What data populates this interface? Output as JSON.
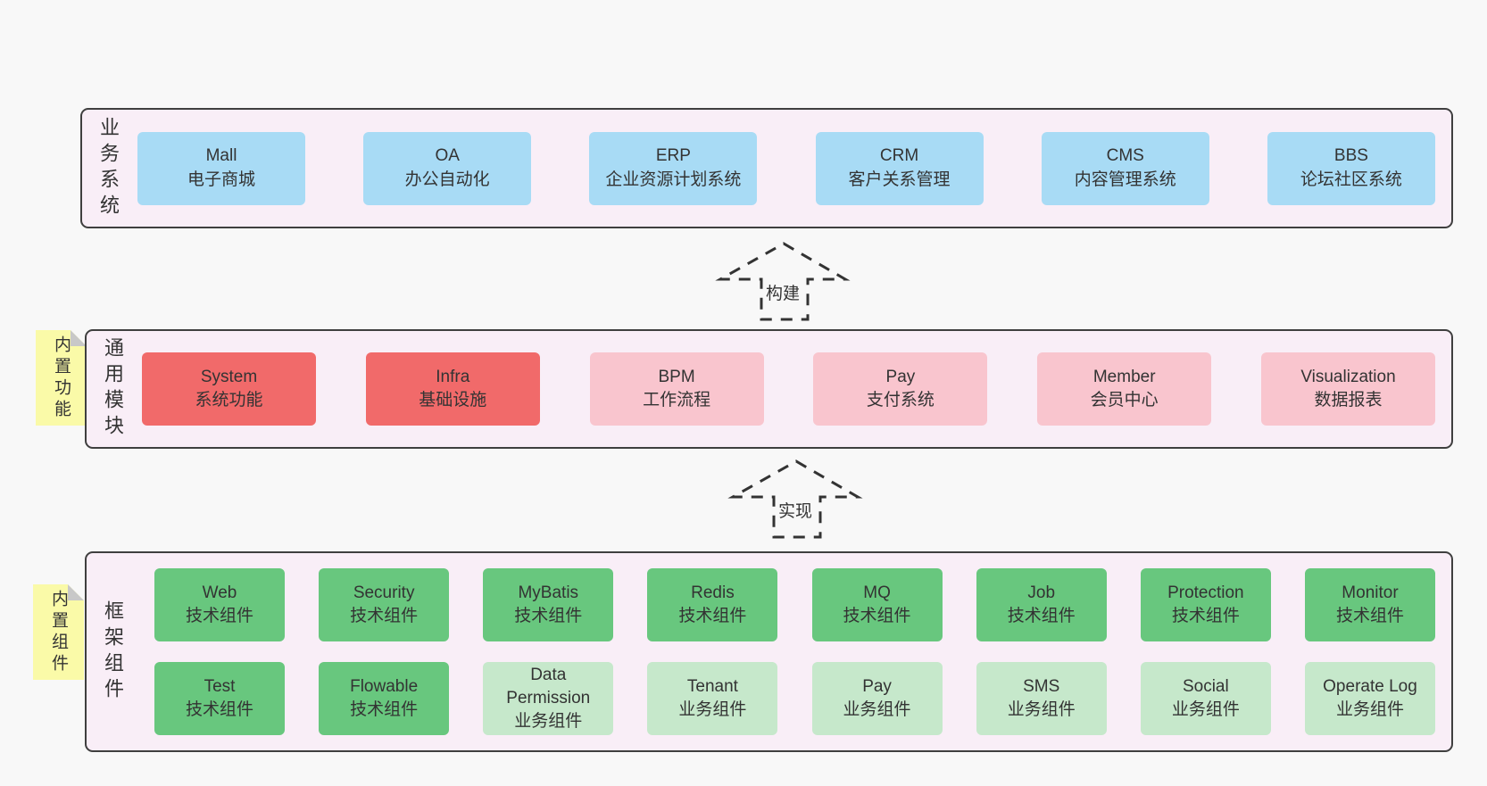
{
  "colors": {
    "page_bg": "#f8f8f8",
    "band_fill": "#f9eef7",
    "band_border": "#3f3f3f",
    "blue": "#a8dbf5",
    "red": "#f16a6a",
    "pink": "#f9c5ce",
    "green": "#68c77e",
    "light_green": "#c6e8cb",
    "yellow": "#fafaa8",
    "fold_gray": "#c8c8c8",
    "text": "#333333",
    "arrow": "#333333"
  },
  "layers": {
    "business": {
      "label": "业务系统",
      "boxes": [
        {
          "title": "Mall",
          "subtitle": "电子商城",
          "variant": "blue"
        },
        {
          "title": "OA",
          "subtitle": "办公自动化",
          "variant": "blue"
        },
        {
          "title": "ERP",
          "subtitle": "企业资源计划系统",
          "variant": "blue"
        },
        {
          "title": "CRM",
          "subtitle": "客户关系管理",
          "variant": "blue"
        },
        {
          "title": "CMS",
          "subtitle": "内容管理系统",
          "variant": "blue"
        },
        {
          "title": "BBS",
          "subtitle": "论坛社区系统",
          "variant": "blue"
        }
      ]
    },
    "modules": {
      "label": "通用模块",
      "note": "内置功能",
      "boxes": [
        {
          "title": "System",
          "subtitle": "系统功能",
          "variant": "red"
        },
        {
          "title": "Infra",
          "subtitle": "基础设施",
          "variant": "red"
        },
        {
          "title": "BPM",
          "subtitle": "工作流程",
          "variant": "pink"
        },
        {
          "title": "Pay",
          "subtitle": "支付系统",
          "variant": "pink"
        },
        {
          "title": "Member",
          "subtitle": "会员中心",
          "variant": "pink"
        },
        {
          "title": "Visualization",
          "subtitle": "数据报表",
          "variant": "pink"
        }
      ]
    },
    "components": {
      "label": "框架组件",
      "note": "内置组件",
      "rows": [
        [
          {
            "title": "Web",
            "subtitle": "技术组件",
            "variant": "green"
          },
          {
            "title": "Security",
            "subtitle": "技术组件",
            "variant": "green"
          },
          {
            "title": "MyBatis",
            "subtitle": "技术组件",
            "variant": "green"
          },
          {
            "title": "Redis",
            "subtitle": "技术组件",
            "variant": "green"
          },
          {
            "title": "MQ",
            "subtitle": "技术组件",
            "variant": "green"
          },
          {
            "title": "Job",
            "subtitle": "技术组件",
            "variant": "green"
          },
          {
            "title": "Protection",
            "subtitle": "技术组件",
            "variant": "green"
          },
          {
            "title": "Monitor",
            "subtitle": "技术组件",
            "variant": "green"
          }
        ],
        [
          {
            "title": "Test",
            "subtitle": "技术组件",
            "variant": "green"
          },
          {
            "title": "Flowable",
            "subtitle": "技术组件",
            "variant": "green"
          },
          {
            "title": "Data Permission",
            "subtitle": "业务组件",
            "variant": "lightgreen"
          },
          {
            "title": "Tenant",
            "subtitle": "业务组件",
            "variant": "lightgreen"
          },
          {
            "title": "Pay",
            "subtitle": "业务组件",
            "variant": "lightgreen"
          },
          {
            "title": "SMS",
            "subtitle": "业务组件",
            "variant": "lightgreen"
          },
          {
            "title": "Social",
            "subtitle": "业务组件",
            "variant": "lightgreen"
          },
          {
            "title": "Operate Log",
            "subtitle": "业务组件",
            "variant": "lightgreen"
          }
        ]
      ]
    }
  },
  "arrows": [
    {
      "label": "构建"
    },
    {
      "label": "实现"
    }
  ]
}
